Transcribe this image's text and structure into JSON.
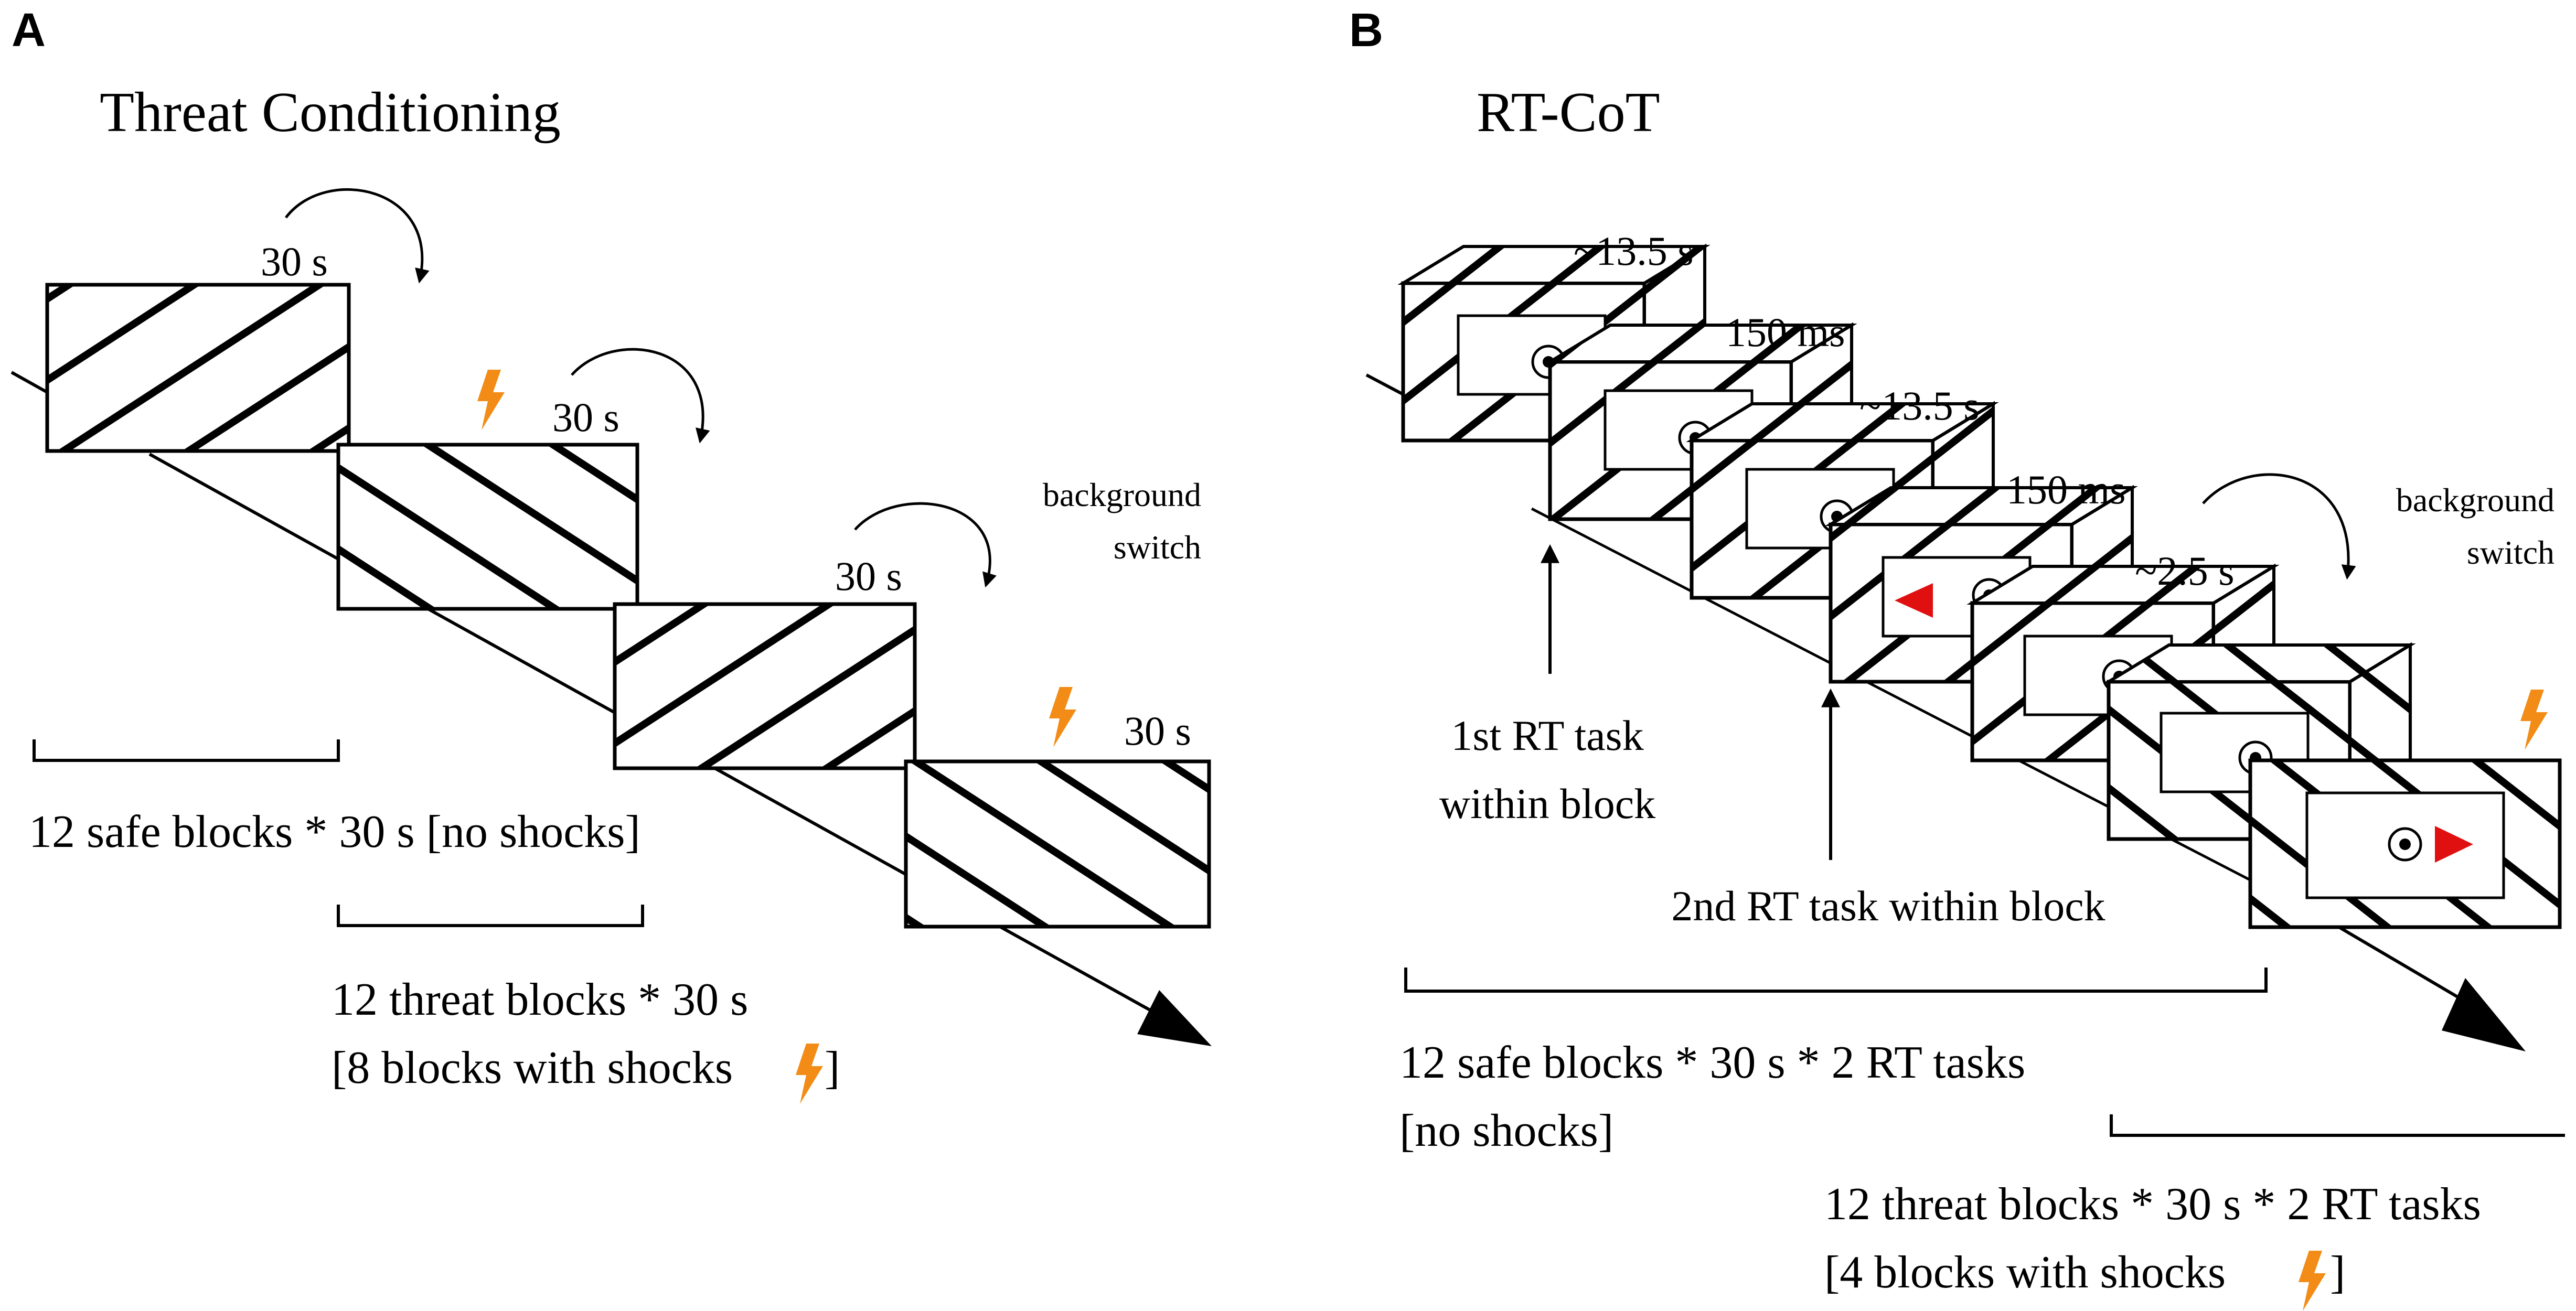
{
  "colors": {
    "ink": "#000000",
    "shock": "#f28c16",
    "arrow_red": "#e01010",
    "background": "#ffffff"
  },
  "icons": [
    "lightning-bolt-icon",
    "fixation-target-icon",
    "left-arrow-icon",
    "right-arrow-icon"
  ],
  "panel_a": {
    "letter": "A",
    "title": "Threat Conditioning",
    "durations": [
      "30 s",
      "30 s",
      "30 s",
      "30 s"
    ],
    "switch_label_line1": "background",
    "switch_label_line2": "switch",
    "safe_label": "12 safe blocks * 30 s [no shocks]",
    "threat_label_line1": "12 threat blocks * 30 s",
    "threat_label_line2": "[8 blocks with shocks",
    "threat_label_close": "]"
  },
  "panel_b": {
    "letter": "B",
    "title": "RT-CoT",
    "durations": [
      "~13.5 s",
      "150 ms",
      "~13.5 s",
      "150 ms",
      "~2.5 s"
    ],
    "switch_label_line1": "background",
    "switch_label_line2": "switch",
    "rt1_label_line1": "1st RT task",
    "rt1_label_line2": "within block",
    "rt2_label": "2nd RT task within block",
    "safe_label_line1": "12 safe blocks * 30 s * 2 RT tasks",
    "safe_label_line2": "[no shocks]",
    "threat_label_line1": "12 threat blocks * 30 s * 2 RT tasks",
    "threat_label_line2": "[4 blocks with shocks",
    "threat_label_close": "]"
  }
}
